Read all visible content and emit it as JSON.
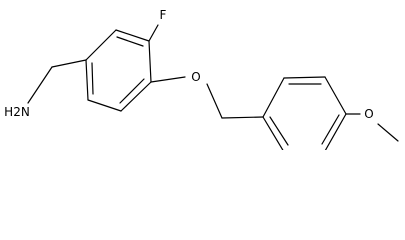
{
  "molecule": {
    "atoms": {
      "amine": "H2N",
      "fluorine": "F",
      "ether_oxygen": "O",
      "methoxy_oxygen": "O"
    },
    "colors": {
      "bond": "#000000",
      "label": "#000000",
      "background": "#ffffff"
    }
  }
}
